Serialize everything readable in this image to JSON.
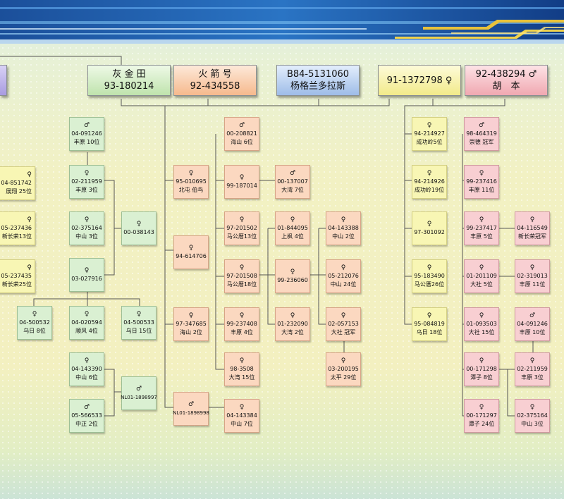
{
  "headers": [
    {
      "id": "h1",
      "l1": "灰 金 田",
      "l2": "93-180214",
      "tone": "g"
    },
    {
      "id": "h2",
      "l1": "火 箭 号",
      "l2": "92-434558",
      "tone": "o"
    },
    {
      "id": "h3",
      "l1": "B84-5131060",
      "l2": "杨格兰多拉斯",
      "tone": "b"
    },
    {
      "id": "h4",
      "l1": "91-1372798 ♀",
      "l2": "",
      "tone": "y"
    },
    {
      "id": "h5",
      "l1": "92-438294 ♂",
      "l2": "胡　本",
      "tone": "r"
    }
  ],
  "boxes": [
    {
      "id": "a1",
      "sym": "",
      "l1": "04-851742",
      "l2": "展翔 25位",
      "tone": "y",
      "partial": true
    },
    {
      "id": "a2",
      "sym": "",
      "l1": "05-237436",
      "l2": "新长荣13位",
      "tone": "y",
      "partial": true
    },
    {
      "id": "a3",
      "sym": "",
      "l1": "05-237435",
      "l2": "新长荣25位",
      "tone": "y",
      "partial": true
    },
    {
      "id": "g1",
      "sym": "♂",
      "l1": "04-091246",
      "l2": "丰原 10位",
      "tone": "g"
    },
    {
      "id": "g2",
      "sym": "♀",
      "l1": "02-211959",
      "l2": "丰原 3位",
      "tone": "g"
    },
    {
      "id": "g3",
      "sym": "♀",
      "l1": "02-375164",
      "l2": "中山 3位",
      "tone": "g"
    },
    {
      "id": "g4",
      "sym": "♀",
      "l1": "00-038143",
      "l2": "",
      "tone": "g"
    },
    {
      "id": "g5",
      "sym": "♀",
      "l1": "03-027916",
      "l2": "",
      "tone": "g"
    },
    {
      "id": "g6",
      "sym": "♀",
      "l1": "04-500532",
      "l2": "乌日 8位",
      "tone": "g"
    },
    {
      "id": "g7",
      "sym": "♀",
      "l1": "04-020594",
      "l2": "顺风 4位",
      "tone": "g"
    },
    {
      "id": "g8",
      "sym": "♀",
      "l1": "04-500533",
      "l2": "乌日 15位",
      "tone": "g"
    },
    {
      "id": "g9",
      "sym": "♀",
      "l1": "04-143390",
      "l2": "中山 6位",
      "tone": "g"
    },
    {
      "id": "g10",
      "sym": "♂",
      "l1": "NL01-1898997",
      "l2": "",
      "tone": "g"
    },
    {
      "id": "g11",
      "sym": "♂",
      "l1": "05-566533",
      "l2": "中正 2位",
      "tone": "g"
    },
    {
      "id": "o1",
      "sym": "♀",
      "l1": "95-010695",
      "l2": "北屯 伯鸟",
      "tone": "o"
    },
    {
      "id": "o2",
      "sym": "♀",
      "l1": "94-614706",
      "l2": "",
      "tone": "o"
    },
    {
      "id": "o3",
      "sym": "♀",
      "l1": "97-347685",
      "l2": "海山 2位",
      "tone": "o"
    },
    {
      "id": "o4",
      "sym": "♂",
      "l1": "NL01-1898998",
      "l2": "",
      "tone": "o"
    },
    {
      "id": "o5",
      "sym": "♂",
      "l1": "00-208821",
      "l2": "海山 6位",
      "tone": "o"
    },
    {
      "id": "o6",
      "sym": "♀",
      "l1": "99-187014",
      "l2": "",
      "tone": "o"
    },
    {
      "id": "o7",
      "sym": "♂",
      "l1": "00-137007",
      "l2": "大湾 7位",
      "tone": "o"
    },
    {
      "id": "o8",
      "sym": "♀",
      "l1": "97-201502",
      "l2": "马公厝13位",
      "tone": "o"
    },
    {
      "id": "o9",
      "sym": "♀",
      "l1": "01-844095",
      "l2": "上枫 4位",
      "tone": "o"
    },
    {
      "id": "o10",
      "sym": "♀",
      "l1": "04-143388",
      "l2": "中山 2位",
      "tone": "o"
    },
    {
      "id": "o11",
      "sym": "♀",
      "l1": "97-201508",
      "l2": "马公厝18位",
      "tone": "o"
    },
    {
      "id": "o12",
      "sym": "♀",
      "l1": "99-236060",
      "l2": "",
      "tone": "o"
    },
    {
      "id": "o13",
      "sym": "♀",
      "l1": "05-212076",
      "l2": "中山 24位",
      "tone": "o"
    },
    {
      "id": "o14",
      "sym": "♀",
      "l1": "99-237408",
      "l2": "丰原 4位",
      "tone": "o"
    },
    {
      "id": "o15",
      "sym": "♀",
      "l1": "01-232090",
      "l2": "大湾 2位",
      "tone": "o"
    },
    {
      "id": "o16",
      "sym": "♀",
      "l1": "02-057153",
      "l2": "大社 冠军",
      "tone": "o"
    },
    {
      "id": "o17",
      "sym": "♀",
      "l1": "98-3508",
      "l2": "大湾 15位",
      "tone": "o"
    },
    {
      "id": "o18",
      "sym": "♀",
      "l1": "03-200195",
      "l2": "太平 29位",
      "tone": "o"
    },
    {
      "id": "o19",
      "sym": "♀",
      "l1": "04-143384",
      "l2": "中山 7位",
      "tone": "o"
    },
    {
      "id": "y1",
      "sym": "♀",
      "l1": "94-214927",
      "l2": "成功岭5位",
      "tone": "y"
    },
    {
      "id": "y2",
      "sym": "♀",
      "l1": "94-214926",
      "l2": "成功岭19位",
      "tone": "y"
    },
    {
      "id": "y3",
      "sym": "♀",
      "l1": "97-301092",
      "l2": "",
      "tone": "y"
    },
    {
      "id": "y4",
      "sym": "♀",
      "l1": "95-183490",
      "l2": "马公厝26位",
      "tone": "y"
    },
    {
      "id": "y5",
      "sym": "♀",
      "l1": "95-084819",
      "l2": "乌日 18位",
      "tone": "y"
    },
    {
      "id": "r1",
      "sym": "♂",
      "l1": "98-464319",
      "l2": "崇德 冠军",
      "tone": "r"
    },
    {
      "id": "r2",
      "sym": "♀",
      "l1": "99-237416",
      "l2": "丰原 11位",
      "tone": "r"
    },
    {
      "id": "r3",
      "sym": "♀",
      "l1": "99-237417",
      "l2": "丰原 5位",
      "tone": "r"
    },
    {
      "id": "r4",
      "sym": "♀",
      "l1": "04-116549",
      "l2": "新长荣冠军",
      "tone": "r"
    },
    {
      "id": "r5",
      "sym": "♀",
      "l1": "01-201109",
      "l2": "大社 5位",
      "tone": "r"
    },
    {
      "id": "r6",
      "sym": "♀",
      "l1": "02-319013",
      "l2": "丰原 11位",
      "tone": "r"
    },
    {
      "id": "r7",
      "sym": "♀",
      "l1": "01-093503",
      "l2": "大社 15位",
      "tone": "r"
    },
    {
      "id": "r8",
      "sym": "♂",
      "l1": "04-091246",
      "l2": "丰原 10位",
      "tone": "r"
    },
    {
      "id": "r9",
      "sym": "♀",
      "l1": "00-171298",
      "l2": "潭子 8位",
      "tone": "r"
    },
    {
      "id": "r10",
      "sym": "♀",
      "l1": "02-211959",
      "l2": "丰原 3位",
      "tone": "r"
    },
    {
      "id": "r11",
      "sym": "♀",
      "l1": "00-171297",
      "l2": "潭子 24位",
      "tone": "r"
    },
    {
      "id": "r12",
      "sym": "♀",
      "l1": "02-375164",
      "l2": "中山 3位",
      "tone": "r"
    }
  ]
}
